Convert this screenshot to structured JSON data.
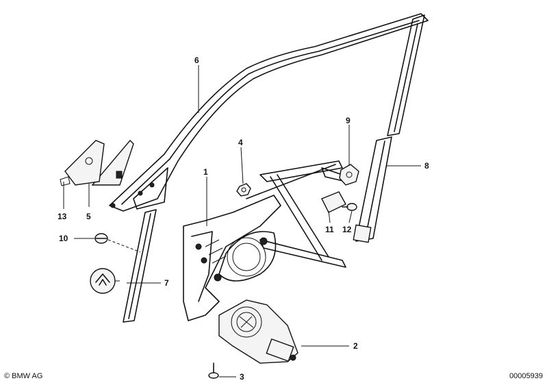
{
  "callouts": {
    "p1": "1",
    "p2": "2",
    "p3": "3",
    "p4": "4",
    "p5": "5",
    "p6": "6",
    "p7": "7",
    "p8": "8",
    "p9": "9",
    "p10": "10",
    "p11": "11",
    "p12": "12",
    "p13": "13"
  },
  "footer": {
    "copyright": "© BMW AG",
    "doc_number": "00005939"
  }
}
